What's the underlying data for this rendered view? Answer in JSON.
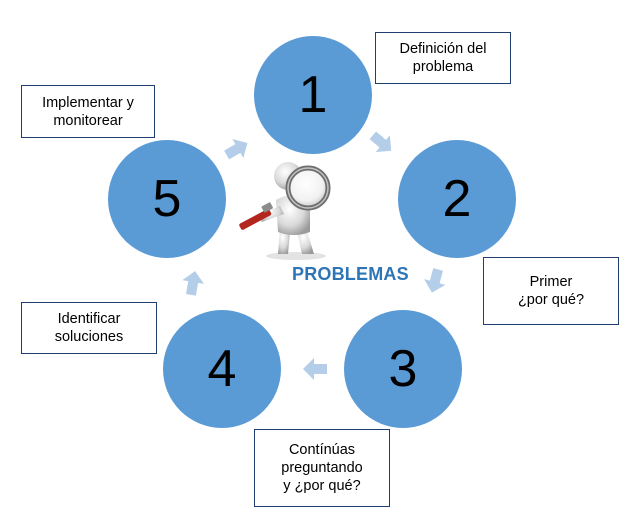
{
  "center": {
    "title": "PROBLEMAS",
    "illustration": "magnifying-glass-figure-icon"
  },
  "steps": [
    {
      "number": "1",
      "label_lines": [
        "Definición del",
        "problema"
      ]
    },
    {
      "number": "2",
      "label_lines": [
        "Primer",
        "¿por qué?"
      ]
    },
    {
      "number": "3",
      "label_lines": [
        "Contínúas",
        "preguntando",
        "y ¿por qué?"
      ]
    },
    {
      "number": "4",
      "label_lines": [
        "Identificar",
        "soluciones"
      ]
    },
    {
      "number": "5",
      "label_lines": [
        "Implementar y",
        "monitorear"
      ]
    }
  ],
  "colors": {
    "circle": "#5b9bd5",
    "arrow": "#b4cde9",
    "box_border": "#1f3f6e",
    "title": "#2e75b6"
  }
}
